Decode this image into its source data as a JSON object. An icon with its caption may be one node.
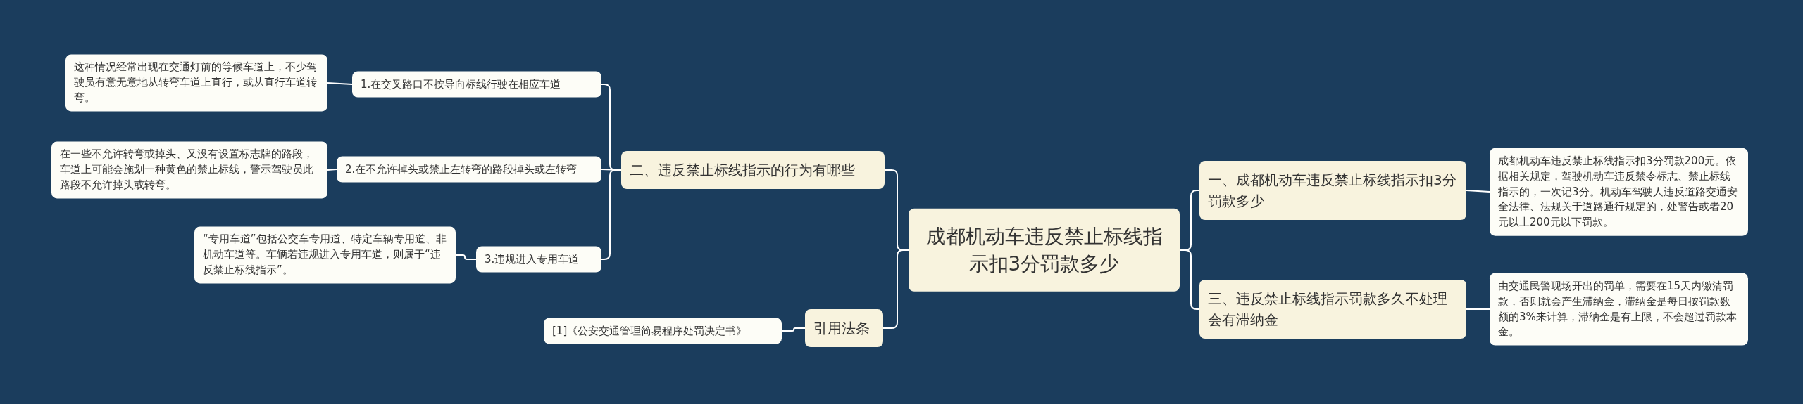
{
  "diagram": {
    "nodes": [
      {
        "text": [
          "成都机动车违反禁止标线指示扣3分罚款多少"
        ]
      },
      {
        "text": [
          "二、违反禁止标线指示的行为有哪些"
        ]
      },
      {
        "text": [
          "1.在交叉路口不按导向标线行驶在相应车道"
        ]
      },
      {
        "text": [
          "这种情况经常出现在交通灯前的等候车道上，不少驾驶员有意无意地从转弯车道上直行，或从直行车道转弯。"
        ]
      },
      {
        "text": [
          "2.在不允许掉头或禁止左转弯的路段掉头或左转弯"
        ]
      },
      {
        "text": [
          "在一些不允许转弯或掉头、又没有设置标志牌的路段，车道上可能会施划一种黄色的禁止标线，警示驾驶员此路段不允许掉头或转弯。"
        ]
      },
      {
        "text": [
          "3.违规进入专用车道"
        ]
      },
      {
        "text": [
          "“专用车道”包括公交车专用道、特定车辆专用道、非机动车道等。车辆若违规进入专用车道，则属于“违反禁止标线指示”。"
        ]
      },
      {
        "text": [
          "引用法条"
        ]
      },
      {
        "text": [
          "[1]《公安交通管理简易程序处罚决定书》"
        ]
      },
      {
        "text": [
          "一、成都机动车违反禁止标线指示扣3分罚款多少"
        ]
      },
      {
        "text": [
          "成都机动车违反禁止标线指示扣3分罚款200元。依据相关规定，驾驶机动车违反禁令标志、禁止标线指示的，一次记3分。机动车驾驶人违反道路交通安全法律、法规关于道路通行规定的，处警告或者20元以上200元以下罚款。"
        ]
      },
      {
        "text": [
          "三、违反禁止标线指示罚款多久不处理会有滞纳金"
        ]
      },
      {
        "text": [
          "由交通民警现场开出的罚单，需要在15天内缴清罚款，否则就会产生滞纳金，滞纳金是每日按罚款数额的3%来计算，滞纳金是有上限，不会超过罚款本金。"
        ]
      }
    ],
    "edges": [
      {
        "from": 0,
        "to": 1,
        "arrow": "none"
      },
      {
        "from": 1,
        "to": 2,
        "arrow": "none"
      },
      {
        "from": 2,
        "to": 3,
        "arrow": "none"
      },
      {
        "from": 1,
        "to": 4,
        "arrow": "none"
      },
      {
        "from": 4,
        "to": 5,
        "arrow": "none"
      },
      {
        "from": 1,
        "to": 6,
        "arrow": "none"
      },
      {
        "from": 6,
        "to": 7,
        "arrow": "none"
      },
      {
        "from": 0,
        "to": 8,
        "arrow": "none"
      },
      {
        "from": 8,
        "to": 9,
        "arrow": "none"
      },
      {
        "from": 0,
        "to": 10,
        "arrow": "none"
      },
      {
        "from": 10,
        "to": 11,
        "arrow": "none"
      },
      {
        "from": 0,
        "to": 12,
        "arrow": "none"
      },
      {
        "from": 12,
        "to": 13,
        "arrow": "none"
      }
    ]
  }
}
